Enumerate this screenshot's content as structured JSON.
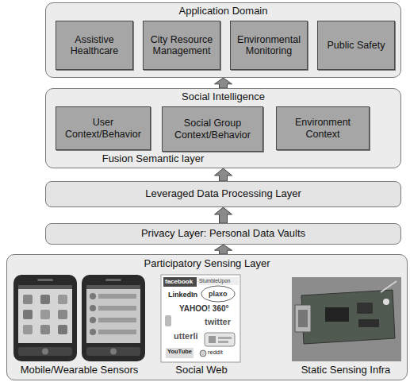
{
  "diagram": {
    "nodes": [
      {
        "text": [
          "Application Domain"
        ]
      },
      {
        "text": [
          "Assistive Healthcare"
        ],
        "in": 0
      },
      {
        "text": [
          "City Resource Management"
        ],
        "in": 0
      },
      {
        "text": [
          "Environmental Monitoring"
        ],
        "in": 0
      },
      {
        "text": [
          "Public Safety"
        ],
        "in": 0
      },
      {
        "text": [
          "Social Intelligence",
          "Fusion Semantic layer"
        ]
      },
      {
        "text": [
          "User Context/Behavior"
        ],
        "in": 5
      },
      {
        "text": [
          "Social Group Context/Behavior"
        ],
        "in": 5
      },
      {
        "text": [
          "Environment Context"
        ],
        "in": 5
      },
      {
        "text": [
          "Leveraged Data Processing Layer"
        ]
      },
      {
        "text": [
          "Privacy Layer: Personal Data Vaults"
        ]
      },
      {
        "text": [
          "Participatory Sensing Layer"
        ]
      }
    ],
    "edges": [
      {
        "from": 5,
        "to": 0,
        "arrow": "to"
      },
      {
        "from": 9,
        "to": 5,
        "arrow": "to"
      },
      {
        "from": 10,
        "to": 9,
        "arrow": "to"
      },
      {
        "from": 11,
        "to": 10,
        "arrow": "to"
      }
    ],
    "labels": [
      "facebook",
      "StumbleUpon",
      "LinkedIn",
      "plaxo",
      "YAHOO! 360°",
      "twitter",
      "utterli",
      "YouTube",
      "reddit",
      "Mobile/Wearable Sensors",
      "Social Web",
      "Static Sensing Infra"
    ]
  }
}
